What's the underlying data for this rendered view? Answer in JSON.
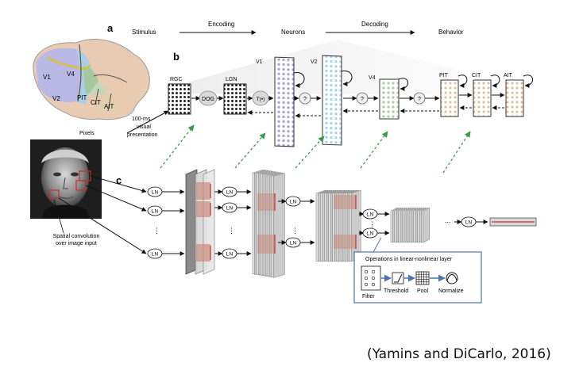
{
  "panel_labels": {
    "a": "a",
    "b": "b",
    "c": "c"
  },
  "pipeline": {
    "stimulus": "Stimulus",
    "encoding": "Encoding",
    "neurons": "Neurons",
    "decoding": "Decoding",
    "behavior": "Behavior"
  },
  "brain": {
    "v1": "V1",
    "v4": "V4",
    "v2": "V2",
    "pit": "PIT",
    "cit": "CIT",
    "ait": "AIT"
  },
  "areas": {
    "rgc": "RGC",
    "lgn": "LGN",
    "v1": "V1",
    "v2": "V2",
    "v4": "V4",
    "pit": "PIT",
    "cit": "CIT",
    "ait": "AIT"
  },
  "ops": {
    "dog": "DOG",
    "threshold": "T(•)",
    "unknown": "?"
  },
  "pixels_label": "Pixels",
  "presentation": [
    "100-ms",
    "visual",
    "presentation"
  ],
  "conv_note": [
    "Spatial convolution",
    "over image input"
  ],
  "ln": "LN",
  "dots": "⋮",
  "ellipsis": "...",
  "ops_box": {
    "title": "Operations in linear-nonlinear layer",
    "filter": "Filter",
    "threshold": "Threshold",
    "pool": "Pool",
    "normalize": "Normalize"
  },
  "colors": {
    "v1": "#a79ad6",
    "v2": "#9fd0ee",
    "v4": "#a9cc9f",
    "it": "#e7c8a8",
    "arrow_green": "#3a9a4a",
    "ops_border": "#4a74b4"
  },
  "citation": "(Yamins and DiCarlo, 2016)"
}
